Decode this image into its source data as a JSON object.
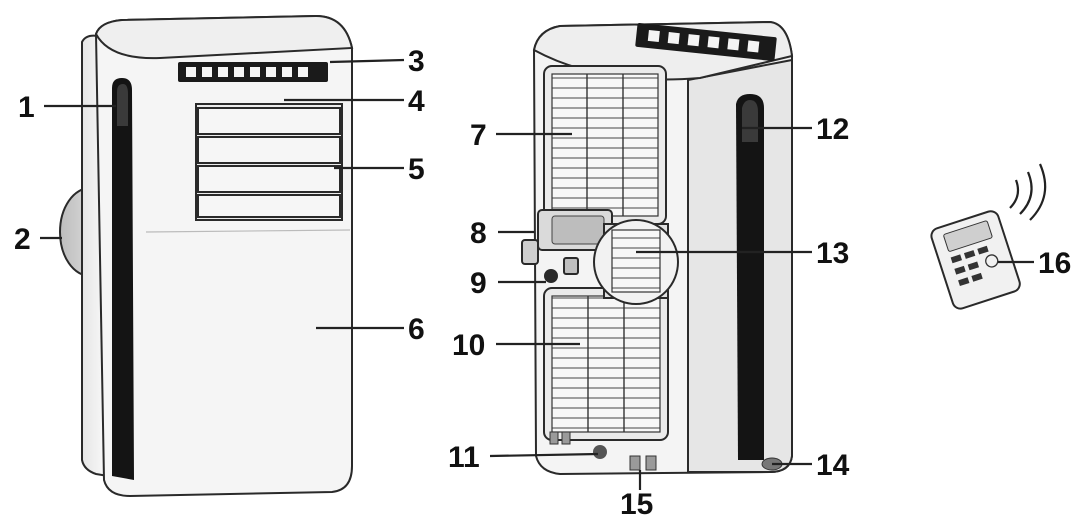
{
  "callouts": [
    {
      "id": "1",
      "label": "1"
    },
    {
      "id": "2",
      "label": "2"
    },
    {
      "id": "3",
      "label": "3"
    },
    {
      "id": "4",
      "label": "4"
    },
    {
      "id": "5",
      "label": "5"
    },
    {
      "id": "6",
      "label": "6"
    },
    {
      "id": "7",
      "label": "7"
    },
    {
      "id": "8",
      "label": "8"
    },
    {
      "id": "9",
      "label": "9"
    },
    {
      "id": "10",
      "label": "10"
    },
    {
      "id": "11",
      "label": "11"
    },
    {
      "id": "12",
      "label": "12"
    },
    {
      "id": "13",
      "label": "13"
    },
    {
      "id": "14",
      "label": "14"
    },
    {
      "id": "15",
      "label": "15"
    },
    {
      "id": "16",
      "label": "16"
    }
  ],
  "colors": {
    "body": "#f4f4f4",
    "shade": "#dcdcdc",
    "dark": "#141414",
    "outline": "#2a2a2a"
  }
}
